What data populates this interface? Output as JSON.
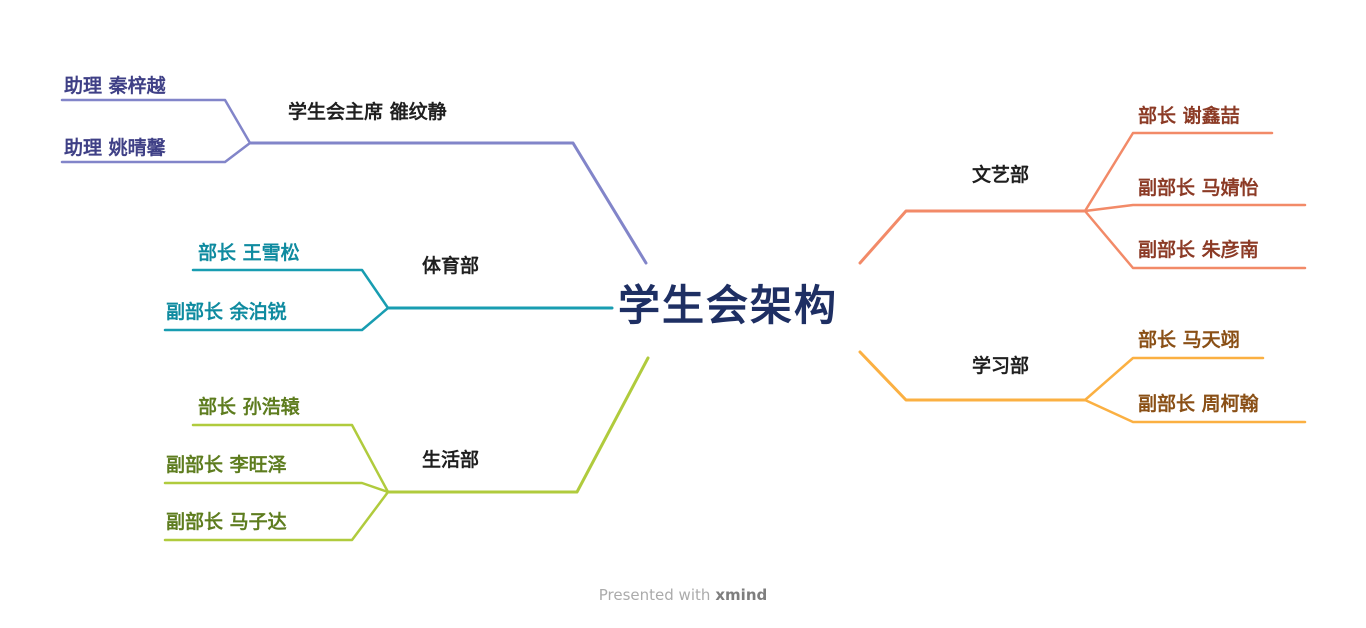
{
  "central": {
    "label": "学生会架构",
    "color": "#1e2f63"
  },
  "branches": [
    {
      "name": "president",
      "label": "学生会主席 雒纹静",
      "label_color": "#1f1f1f",
      "line_color": "#8285c9",
      "children": [
        {
          "label": "助理 秦梓越",
          "color": "#3f4086"
        },
        {
          "label": "助理 姚晴馨",
          "color": "#3f4086"
        }
      ]
    },
    {
      "name": "sports",
      "label": "体育部",
      "label_color": "#1f1f1f",
      "line_color": "#189db1",
      "children": [
        {
          "label": "部长 王雪松",
          "color": "#0f8ba0"
        },
        {
          "label": "副部长 余泊锐",
          "color": "#0f8ba0"
        }
      ]
    },
    {
      "name": "life",
      "label": "生活部",
      "label_color": "#1f1f1f",
      "line_color": "#b0cb3d",
      "children": [
        {
          "label": "部长 孙浩辕",
          "color": "#5e7d1f"
        },
        {
          "label": "副部长 李旺泽",
          "color": "#5e7d1f"
        },
        {
          "label": "副部长 马子达",
          "color": "#5e7d1f"
        }
      ]
    },
    {
      "name": "arts",
      "label": "文艺部",
      "label_color": "#1f1f1f",
      "line_color": "#f28a68",
      "children": [
        {
          "label": "部长 谢鑫喆",
          "color": "#8c3b26"
        },
        {
          "label": "副部长 马婧怡",
          "color": "#8c3b26"
        },
        {
          "label": "副部长 朱彦南",
          "color": "#8c3b26"
        }
      ]
    },
    {
      "name": "study",
      "label": "学习部",
      "label_color": "#1f1f1f",
      "line_color": "#fbb042",
      "children": [
        {
          "label": "部长 马天翊",
          "color": "#8a5016"
        },
        {
          "label": "副部长 周柯翰",
          "color": "#8a5016"
        }
      ]
    }
  ],
  "footer": {
    "prefix": "Presented with",
    "brand": "xmind"
  }
}
